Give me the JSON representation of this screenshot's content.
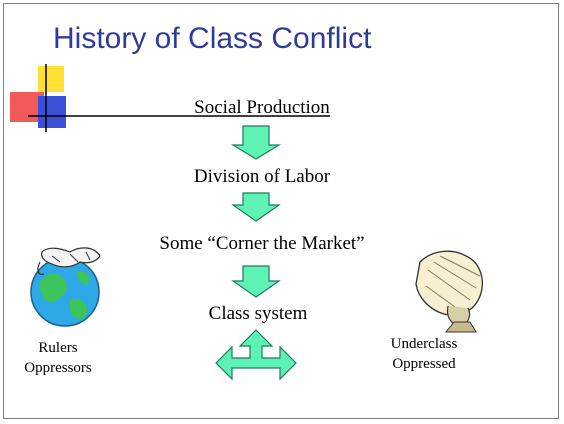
{
  "title": "History of Class Conflict",
  "steps": [
    "Social Production",
    "Division of Labor",
    "Some “Corner the Market”",
    "Class system"
  ],
  "left_label": {
    "line1": "Rulers",
    "line2": "Oppressors"
  },
  "right_label": {
    "line1": "Underclass",
    "line2": "Oppressed"
  },
  "colors": {
    "title": "#2f3b9a",
    "arrow_fill": "#5ef2b4",
    "arrow_stroke": "#1f7a5c",
    "accent_yellow": "#ffe033",
    "accent_red": "#f03c3c",
    "accent_blue": "#3c4fd8"
  },
  "icons": {
    "left": "globe-with-map-icon",
    "right": "crumpled-papers-icon"
  }
}
